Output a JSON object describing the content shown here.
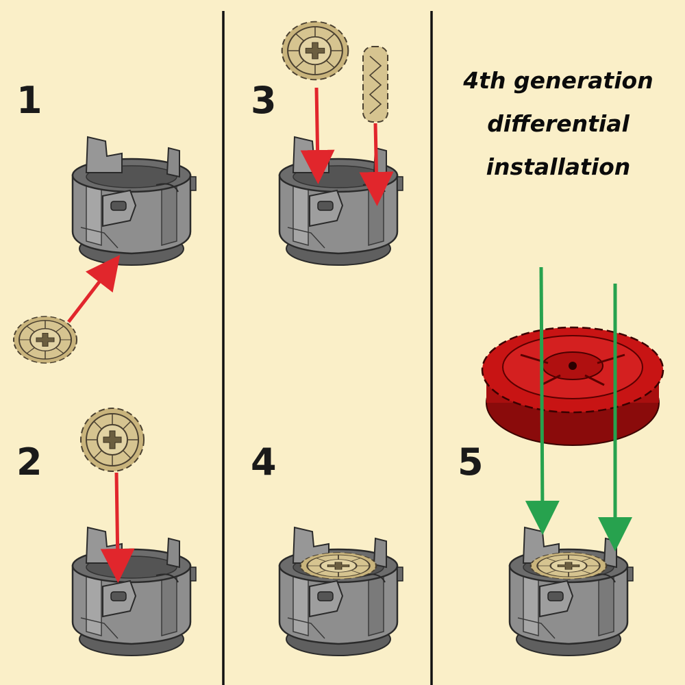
{
  "title_lines": [
    "4th generation",
    "differential",
    "installation"
  ],
  "steps": [
    {
      "number": "1"
    },
    {
      "number": "2"
    },
    {
      "number": "3"
    },
    {
      "number": "4"
    },
    {
      "number": "5"
    }
  ],
  "colors": {
    "background": "#FAEFC8",
    "housing": "#8E8E8E",
    "bevel_gear": "#D6C490",
    "crown_gear": "#C81414",
    "arrow_red": "#E1262C",
    "arrow_green": "#27A24E",
    "divider": "#111111"
  }
}
